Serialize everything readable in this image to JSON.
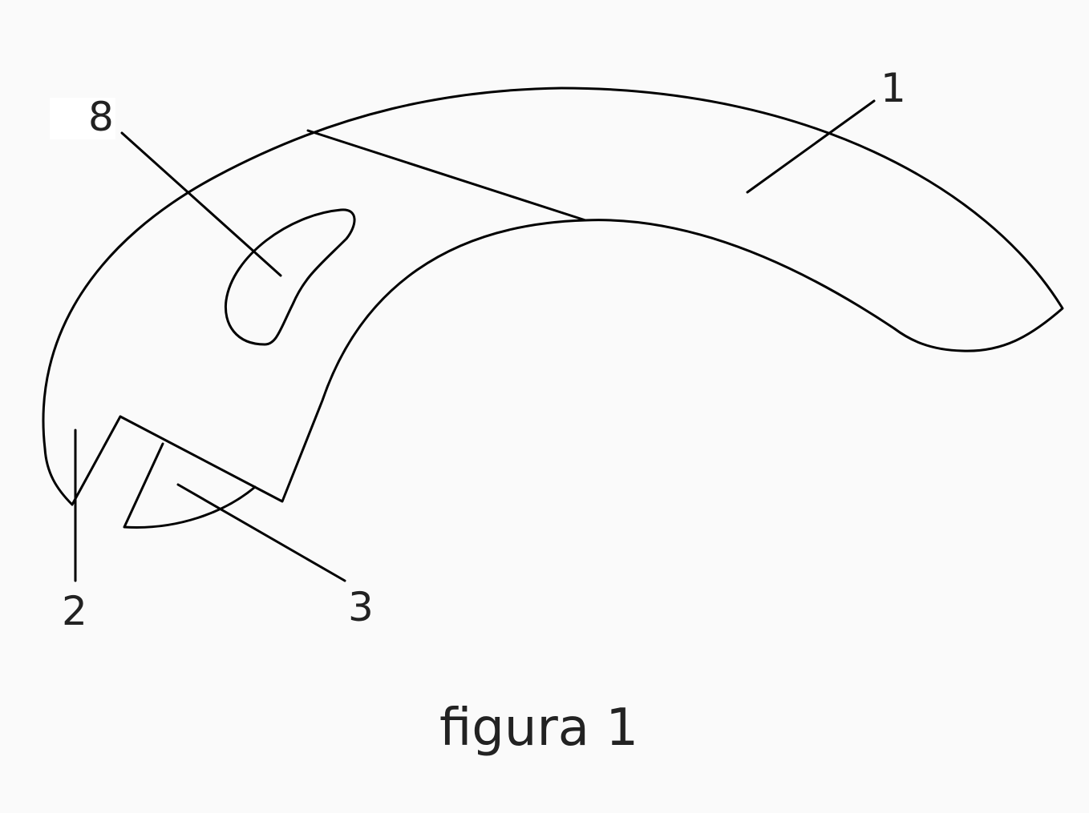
{
  "figure": {
    "caption": "figura 1",
    "background": "#fafafa",
    "line_color": "#000000",
    "labels": {
      "part_1": "1",
      "part_2": "2",
      "part_3": "3",
      "part_8": "8"
    }
  }
}
